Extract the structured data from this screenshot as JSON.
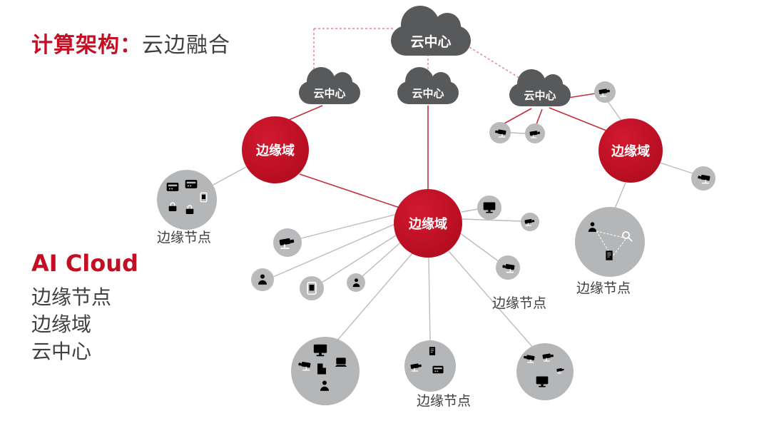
{
  "title": {
    "prefix": "计算架构：",
    "suffix": "云边融合"
  },
  "legend": {
    "brand": "AI Cloud",
    "items": [
      "边缘节点",
      "边缘域",
      "云中心"
    ]
  },
  "colors": {
    "accent_red": "#c30f24",
    "cloud_gray": "#58595b",
    "node_gray": "#b5b6b8",
    "text_dark": "#3f4040"
  },
  "diagram": {
    "main_cloud": "云中心",
    "sub_clouds": [
      "云中心",
      "云中心",
      "云中心"
    ],
    "edge_domains": [
      "边缘域",
      "边缘域",
      "边缘域"
    ],
    "edge_node_labels": {
      "left": "边缘节点",
      "mid": "边缘节点",
      "right": "边缘节点",
      "bottom": "边缘节点"
    },
    "icons": [
      "cctv-camera",
      "monitor",
      "person",
      "tablet",
      "nvr-box",
      "lock",
      "building",
      "laptop",
      "magnifier",
      "document"
    ]
  }
}
